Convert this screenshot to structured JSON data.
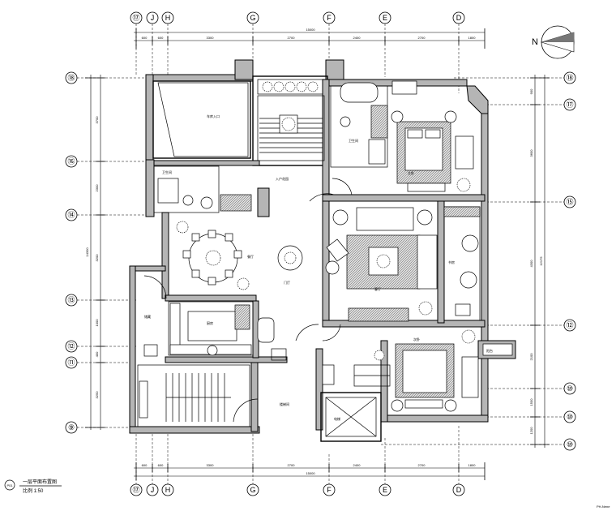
{
  "plan": {
    "north_label": "N",
    "column_axes_top": [
      "⑰",
      "J",
      "H",
      "G",
      "F",
      "E",
      "D"
    ],
    "column_axes_bottom": [
      "⑰",
      "J",
      "H",
      "G",
      "F",
      "E",
      "D"
    ],
    "row_axes_left": [
      "⑱",
      "⑯",
      "⑭",
      "⑬",
      "⑫",
      "⑪",
      "⑨"
    ],
    "row_axes_right": [
      "⑱",
      "⑰",
      "⑮",
      "⑫",
      "⑩",
      "⑩",
      "⑩"
    ],
    "top_dims": [
      "600",
      "600",
      "3300",
      "2700",
      "2400",
      "2700",
      "1800"
    ],
    "top_total": "15000",
    "bottom_dims": [
      "600",
      "600",
      "3300",
      "2700",
      "2400",
      "2700",
      "1800"
    ],
    "bottom_total": "15000",
    "left_dims": [
      "3700",
      "2300",
      "3200",
      "1000",
      "400",
      "3250"
    ],
    "left_total": "14300",
    "right_dims": [
      "900",
      "3600",
      "4300",
      "2100",
      "1500",
      "1200"
    ],
    "right_total": "12175",
    "room_labels": {
      "garage": "车库入口",
      "living": "客厅",
      "dining": "餐厅",
      "kitchen": "厨房",
      "hall": "门厅",
      "bedroom1": "主卧",
      "bedroom2": "次卧",
      "study": "书房",
      "bath": "卫生间",
      "stair": "楼梯间",
      "elevator": "电梯",
      "foyer": "入户花园",
      "balcony": "阳台",
      "storage": "储藏"
    },
    "caption_id": "P01",
    "caption_title": "一层平面布置图",
    "caption_scale": "比例 1:50",
    "corner_note": "PH-Nene"
  }
}
